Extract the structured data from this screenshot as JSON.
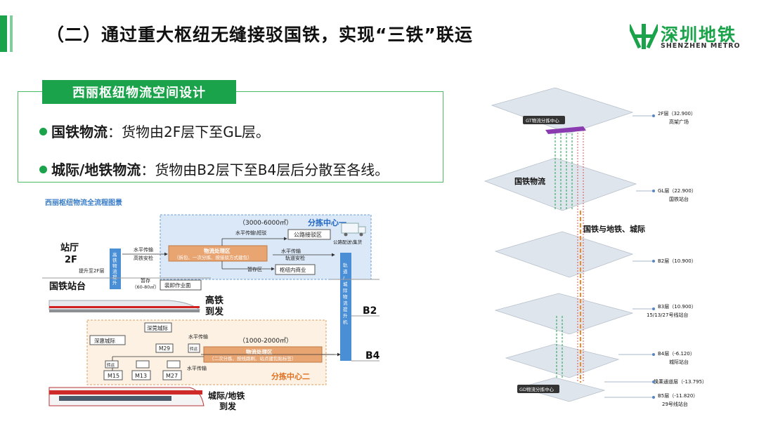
{
  "header": {
    "title": "（二）通过重大枢纽无缝接驳国铁，实现“三铁”联运",
    "logo_cn": "深圳地铁",
    "logo_en": "SHENZHEN METRO",
    "brand_color": "#1aa34a"
  },
  "panel": {
    "tab_label": "西丽枢纽物流空间设计",
    "items": [
      {
        "head": "国铁物流",
        "sep": "：",
        "text": "货物由2F层下至GL层。"
      },
      {
        "head": "城际/地铁物流",
        "sep": "：",
        "text": "货物由B2层下至B4层后分散至各线。"
      }
    ]
  },
  "flow": {
    "caption": "西丽枢纽物流全流程图景",
    "station_hall": "站厅",
    "floor_2f": "2F",
    "national_platform": "国铁站台",
    "hsr": "高铁",
    "arrive_depart": "到发",
    "intercity_metro": "城际/地铁",
    "arrive_depart2": "到发",
    "b2": "B2",
    "b4": "B4",
    "lift_left": "高铁物流提升机",
    "lift_right": "轨道/城际物流提升机",
    "up_to_2f": "提升至2F层",
    "horizontal_transfer": "水平传输",
    "hsr_security": "高铁安检",
    "temp_store": "暂存",
    "temp_area": "（60-80㎡）",
    "loading_area": "装卸作业面",
    "center1": {
      "area": "（3000-6000㎡）",
      "name": "分拣中心一",
      "short_transfer": "水平传输\\短驳",
      "road_area": "公路接驳区",
      "road_collect": "公路配送\\集货",
      "process_title": "物流处理区",
      "process_sub": "（拆包、一次分拣、按接驳方式建包）",
      "h_transfer": "水平传输",
      "rail_security": "轨道安检",
      "temp_zone": "暂存区",
      "commerce": "枢纽内商业"
    },
    "center2": {
      "area": "（1000-2000㎡）",
      "name": "分拣中心二",
      "sz_guan": "深莞城际",
      "sz_hui": "深惠城际",
      "h_transfer": "水平传输",
      "h_transfer2": "水平传输",
      "turn": "转运",
      "turn2": "转运",
      "m29": "M29",
      "m15": "M15",
      "m13": "M13",
      "m27": "M27",
      "process_title": "物流处理区",
      "process_sub": "（二次分拣、按线路刷、站点建包贴标签）"
    }
  },
  "iso": {
    "gt_center": "GT物流分拣中心",
    "gd_center": "GD物流分拣中心",
    "national_logistics": "国铁物流",
    "national_to_metro": "国铁与地铁、城际",
    "levels": [
      {
        "name": "2F层（32.900）",
        "desc": "高架广场"
      },
      {
        "name": "GL层（22.900）",
        "desc": "国铁站台"
      },
      {
        "name": "B2层（10.900）",
        "desc": ""
      },
      {
        "name": "B3层（10.900）",
        "desc": "15/13/27号线站台"
      },
      {
        "name": "B4层（-6.120）",
        "desc": "城际站台"
      },
      {
        "name": "换乘通道层（-13.795）",
        "desc": ""
      },
      {
        "name": "B5层（-11.820）",
        "desc": "29号线站台"
      }
    ]
  }
}
